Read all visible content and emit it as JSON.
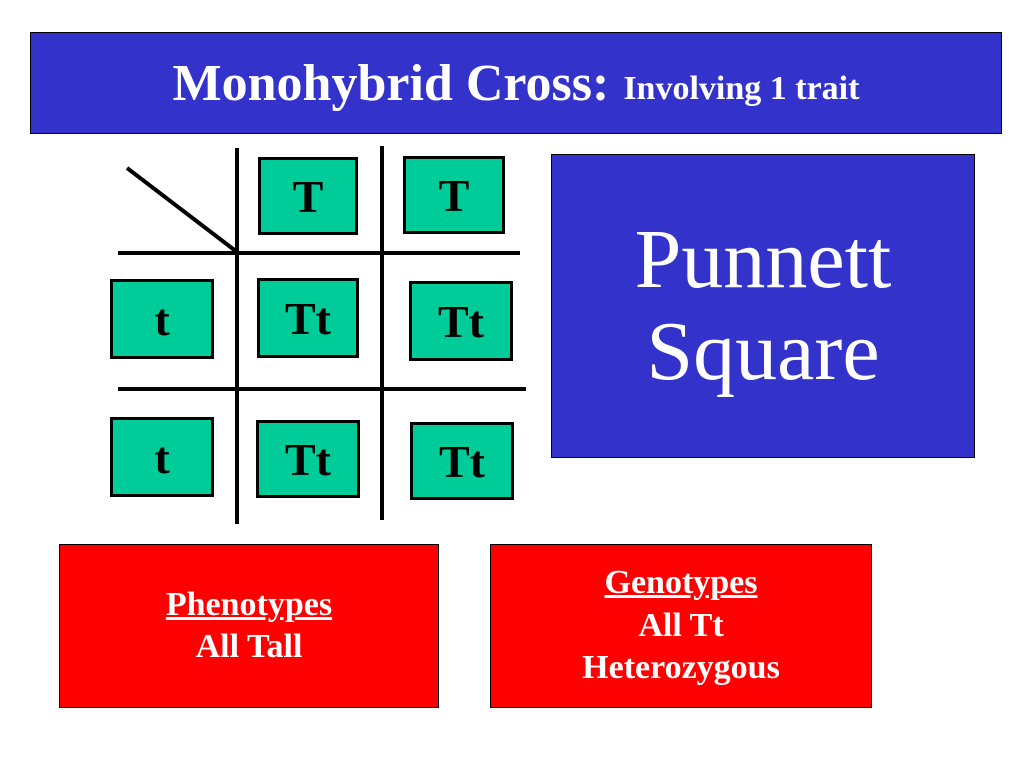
{
  "title": {
    "main": "Monohybrid Cross:",
    "sub": "Involving 1 trait"
  },
  "punnett": {
    "top_alleles": [
      "T",
      "T"
    ],
    "side_alleles": [
      "t",
      "t"
    ],
    "cells": [
      [
        "Tt",
        "Tt"
      ],
      [
        "Tt",
        "Tt"
      ]
    ]
  },
  "label_box": {
    "line1": "Punnett",
    "line2": "Square"
  },
  "phenotypes": {
    "heading": "Phenotypes",
    "value": "All Tall"
  },
  "genotypes": {
    "heading": "Genotypes",
    "line1": "All Tt",
    "line2": "Heterozygous"
  },
  "colors": {
    "title_bg": "#3333cc",
    "cell_bg": "#00cc99",
    "result_bg": "#ff0000",
    "text_light": "#ffffff"
  }
}
